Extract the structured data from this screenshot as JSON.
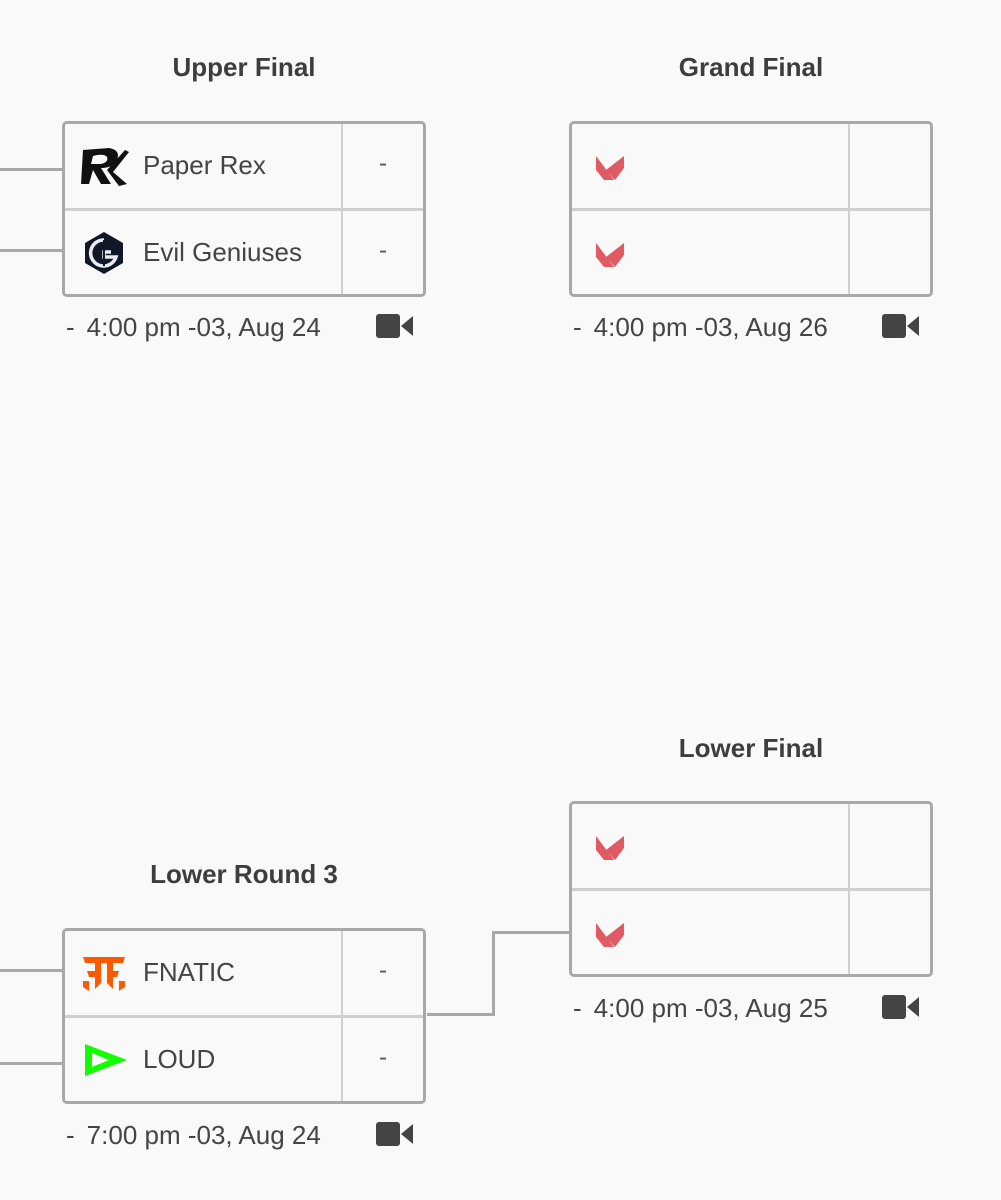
{
  "matches": {
    "upper_final": {
      "title": "Upper Final",
      "team1": {
        "name": "Paper Rex",
        "score": "-",
        "logo": "paper-rex-logo"
      },
      "team2": {
        "name": "Evil Geniuses",
        "score": "-",
        "logo": "evil-geniuses-logo"
      },
      "status": "-",
      "time": "4:00 pm -03, Aug 24"
    },
    "grand_final": {
      "title": "Grand Final",
      "team1": {
        "name": "",
        "score": "",
        "logo": "valorant-logo"
      },
      "team2": {
        "name": "",
        "score": "",
        "logo": "valorant-logo"
      },
      "status": "-",
      "time": "4:00 pm -03, Aug 26"
    },
    "lower_final": {
      "title": "Lower Final",
      "team1": {
        "name": "",
        "score": "",
        "logo": "valorant-logo"
      },
      "team2": {
        "name": "",
        "score": "",
        "logo": "valorant-logo"
      },
      "status": "-",
      "time": "4:00 pm -03, Aug 25"
    },
    "lower_round_3": {
      "title": "Lower Round 3",
      "team1": {
        "name": "FNATIC",
        "score": "-",
        "logo": "fnatic-logo"
      },
      "team2": {
        "name": "LOUD",
        "score": "-",
        "logo": "loud-logo"
      },
      "status": "-",
      "time": "7:00 pm -03, Aug 24"
    }
  },
  "icons": {
    "vod": "video-camera-icon"
  },
  "colors": {
    "border": "#a8a8a8",
    "valorant_red": "#e05a64",
    "fnatic_orange": "#ff5900",
    "loud_green": "#13ff00",
    "eg_navy": "#101828",
    "text": "#444444"
  }
}
